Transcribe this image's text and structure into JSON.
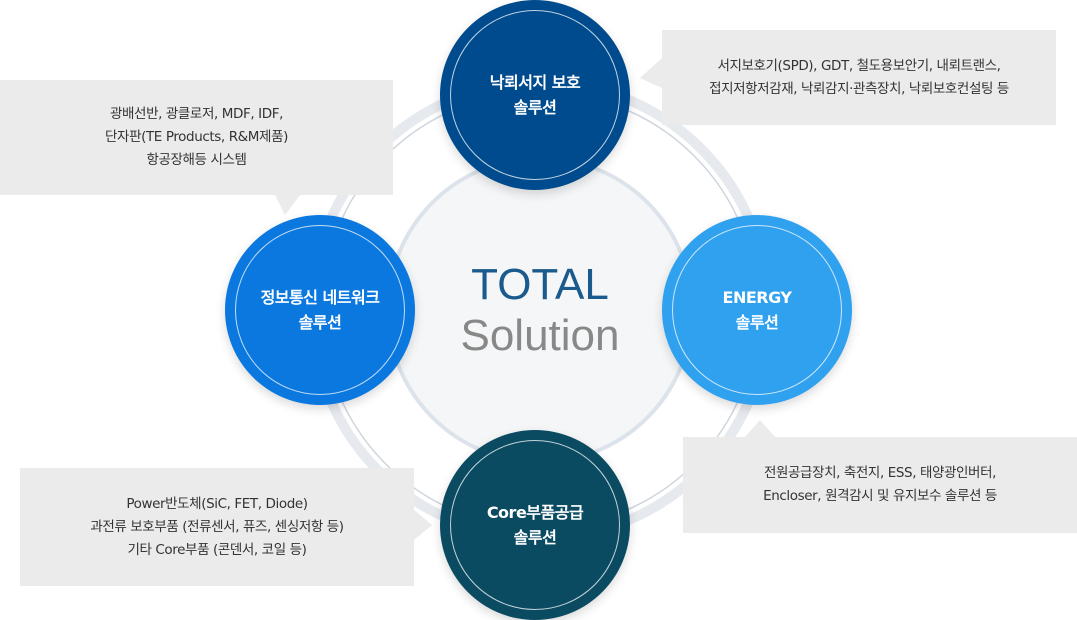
{
  "center": {
    "line1": "TOTAL",
    "line2": "Solution"
  },
  "nodes": {
    "top": {
      "line1": "낙뢰서지 보호",
      "line2": "솔루션",
      "color": "#004b8d"
    },
    "left": {
      "line1": "정보통신 네트워크",
      "line2": "솔루션",
      "color": "#0b78e0"
    },
    "right": {
      "line1": "ENERGY",
      "line2": "솔루션",
      "color": "#30a1ef"
    },
    "bottom": {
      "line1": "Core부품공급",
      "line2": "솔루션",
      "color": "#0b4b62"
    }
  },
  "boxes": {
    "top_right": [
      "서지보호기(SPD), GDT, 철도용보안기,  내뢰트랜스,",
      "접지저항저감재, 낙뢰감지·관측장치, 낙뢰보호컨설팅 등"
    ],
    "left": [
      "광배선반, 광클로저, MDF, IDF,",
      "단자판(TE Products, R&M제품)",
      "항공장해등 시스템"
    ],
    "bottom_right": [
      "전원공급장치, 축전지, ESS, 태양광인버터,",
      "Encloser, 원격감시 및 유지보수 솔루션 등"
    ],
    "bottom_left": [
      "Power반도체(SiC, FET, Diode)",
      "과전류 보호부품 (전류센서, 퓨즈, 센싱저항 등)",
      "기타 Core부품 (콘덴서, 코일 등)"
    ]
  }
}
